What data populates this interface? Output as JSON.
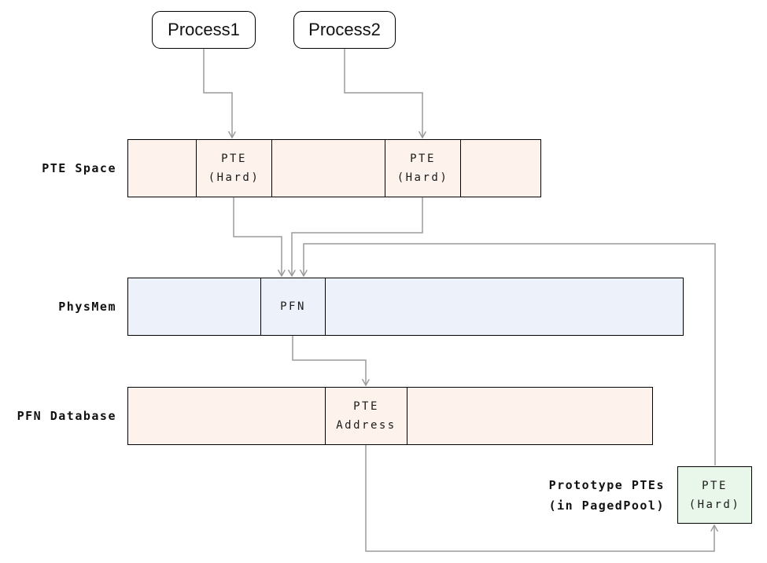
{
  "colors": {
    "row_peach_fill": "#fdf3ec",
    "physmem_blue_fill": "#ecf1fa",
    "prototype_green_fill": "#e9f7eb",
    "box_border": "#000000",
    "connector_gray": "#9b9b9b"
  },
  "processes": [
    {
      "label": "Process1"
    },
    {
      "label": "Process2"
    }
  ],
  "rows": {
    "pte_space": {
      "label": "PTE Space",
      "cells": [
        "",
        "PTE\n(Hard)",
        "",
        "PTE\n(Hard)",
        ""
      ]
    },
    "physmem": {
      "label": "PhysMem",
      "cells": [
        "",
        "PFN",
        ""
      ]
    },
    "pfn_database": {
      "label": "PFN Database",
      "cells": [
        "",
        "PTE\nAddress",
        ""
      ]
    }
  },
  "prototype_ptes": {
    "caption": "Prototype PTEs\n(in PagedPool)",
    "box_label": "PTE\n(Hard)"
  }
}
